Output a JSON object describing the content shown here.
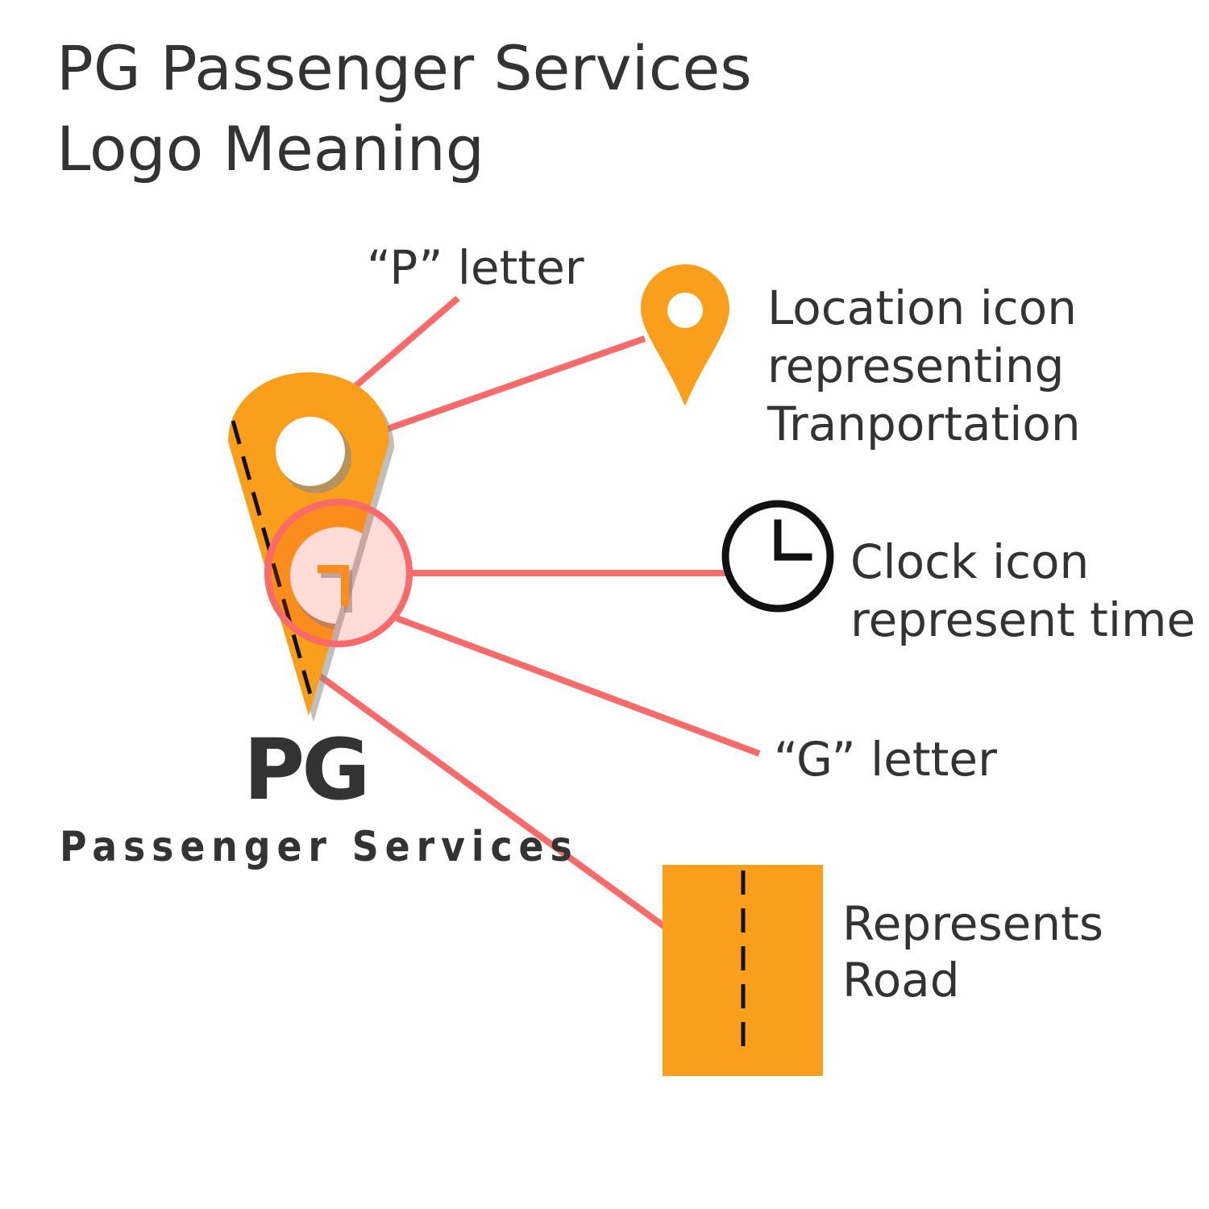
{
  "title": {
    "line1": "PG Passenger Services",
    "line2": "Logo Meaning"
  },
  "labels": {
    "p_letter": "“P” letter",
    "location": [
      "Location icon",
      "representing",
      "Tranportation"
    ],
    "clock": [
      "Clock icon",
      "represent time"
    ],
    "g_letter": "“G” letter",
    "road": [
      "Represents",
      "Road"
    ]
  },
  "logo": {
    "wordmark": "PG",
    "tagline": "Passenger Services"
  },
  "colors": {
    "brand_orange": "#F99F1B",
    "callout_line": "#F96B6B",
    "highlight_ring": "#FF3B1F",
    "text": "#333333",
    "dash": "#111111"
  },
  "icons": [
    "map-pin-icon",
    "location-pin-icon",
    "clock-icon",
    "road-icon"
  ]
}
